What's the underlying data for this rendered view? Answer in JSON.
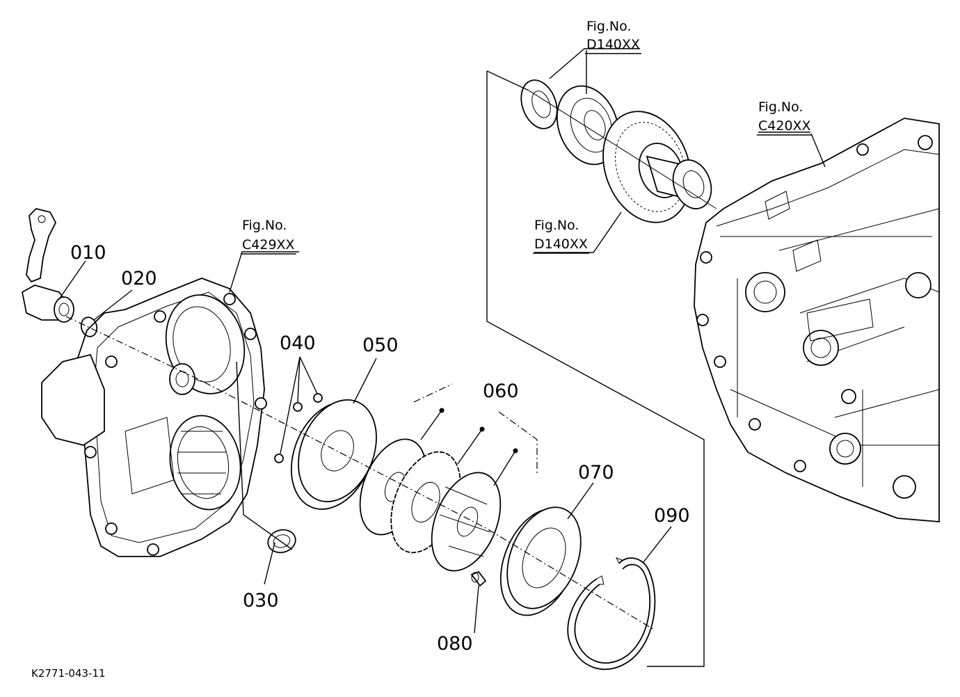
{
  "diagram": {
    "drawing_code": "K2771-043-11",
    "part_labels": {
      "p010": "010",
      "p020": "020",
      "p030": "030",
      "p040": "040",
      "p050": "050",
      "p060": "060",
      "p070": "070",
      "p080": "080",
      "p090": "090"
    },
    "figure_refs": {
      "c429": {
        "label": "Fig.No.",
        "code": "C429XX"
      },
      "d140_top": {
        "label": "Fig.No.",
        "code": "D140XX"
      },
      "d140_mid": {
        "label": "Fig.No.",
        "code": "D140XX"
      },
      "c420": {
        "label": "Fig.No.",
        "code": "C420XX"
      }
    }
  }
}
